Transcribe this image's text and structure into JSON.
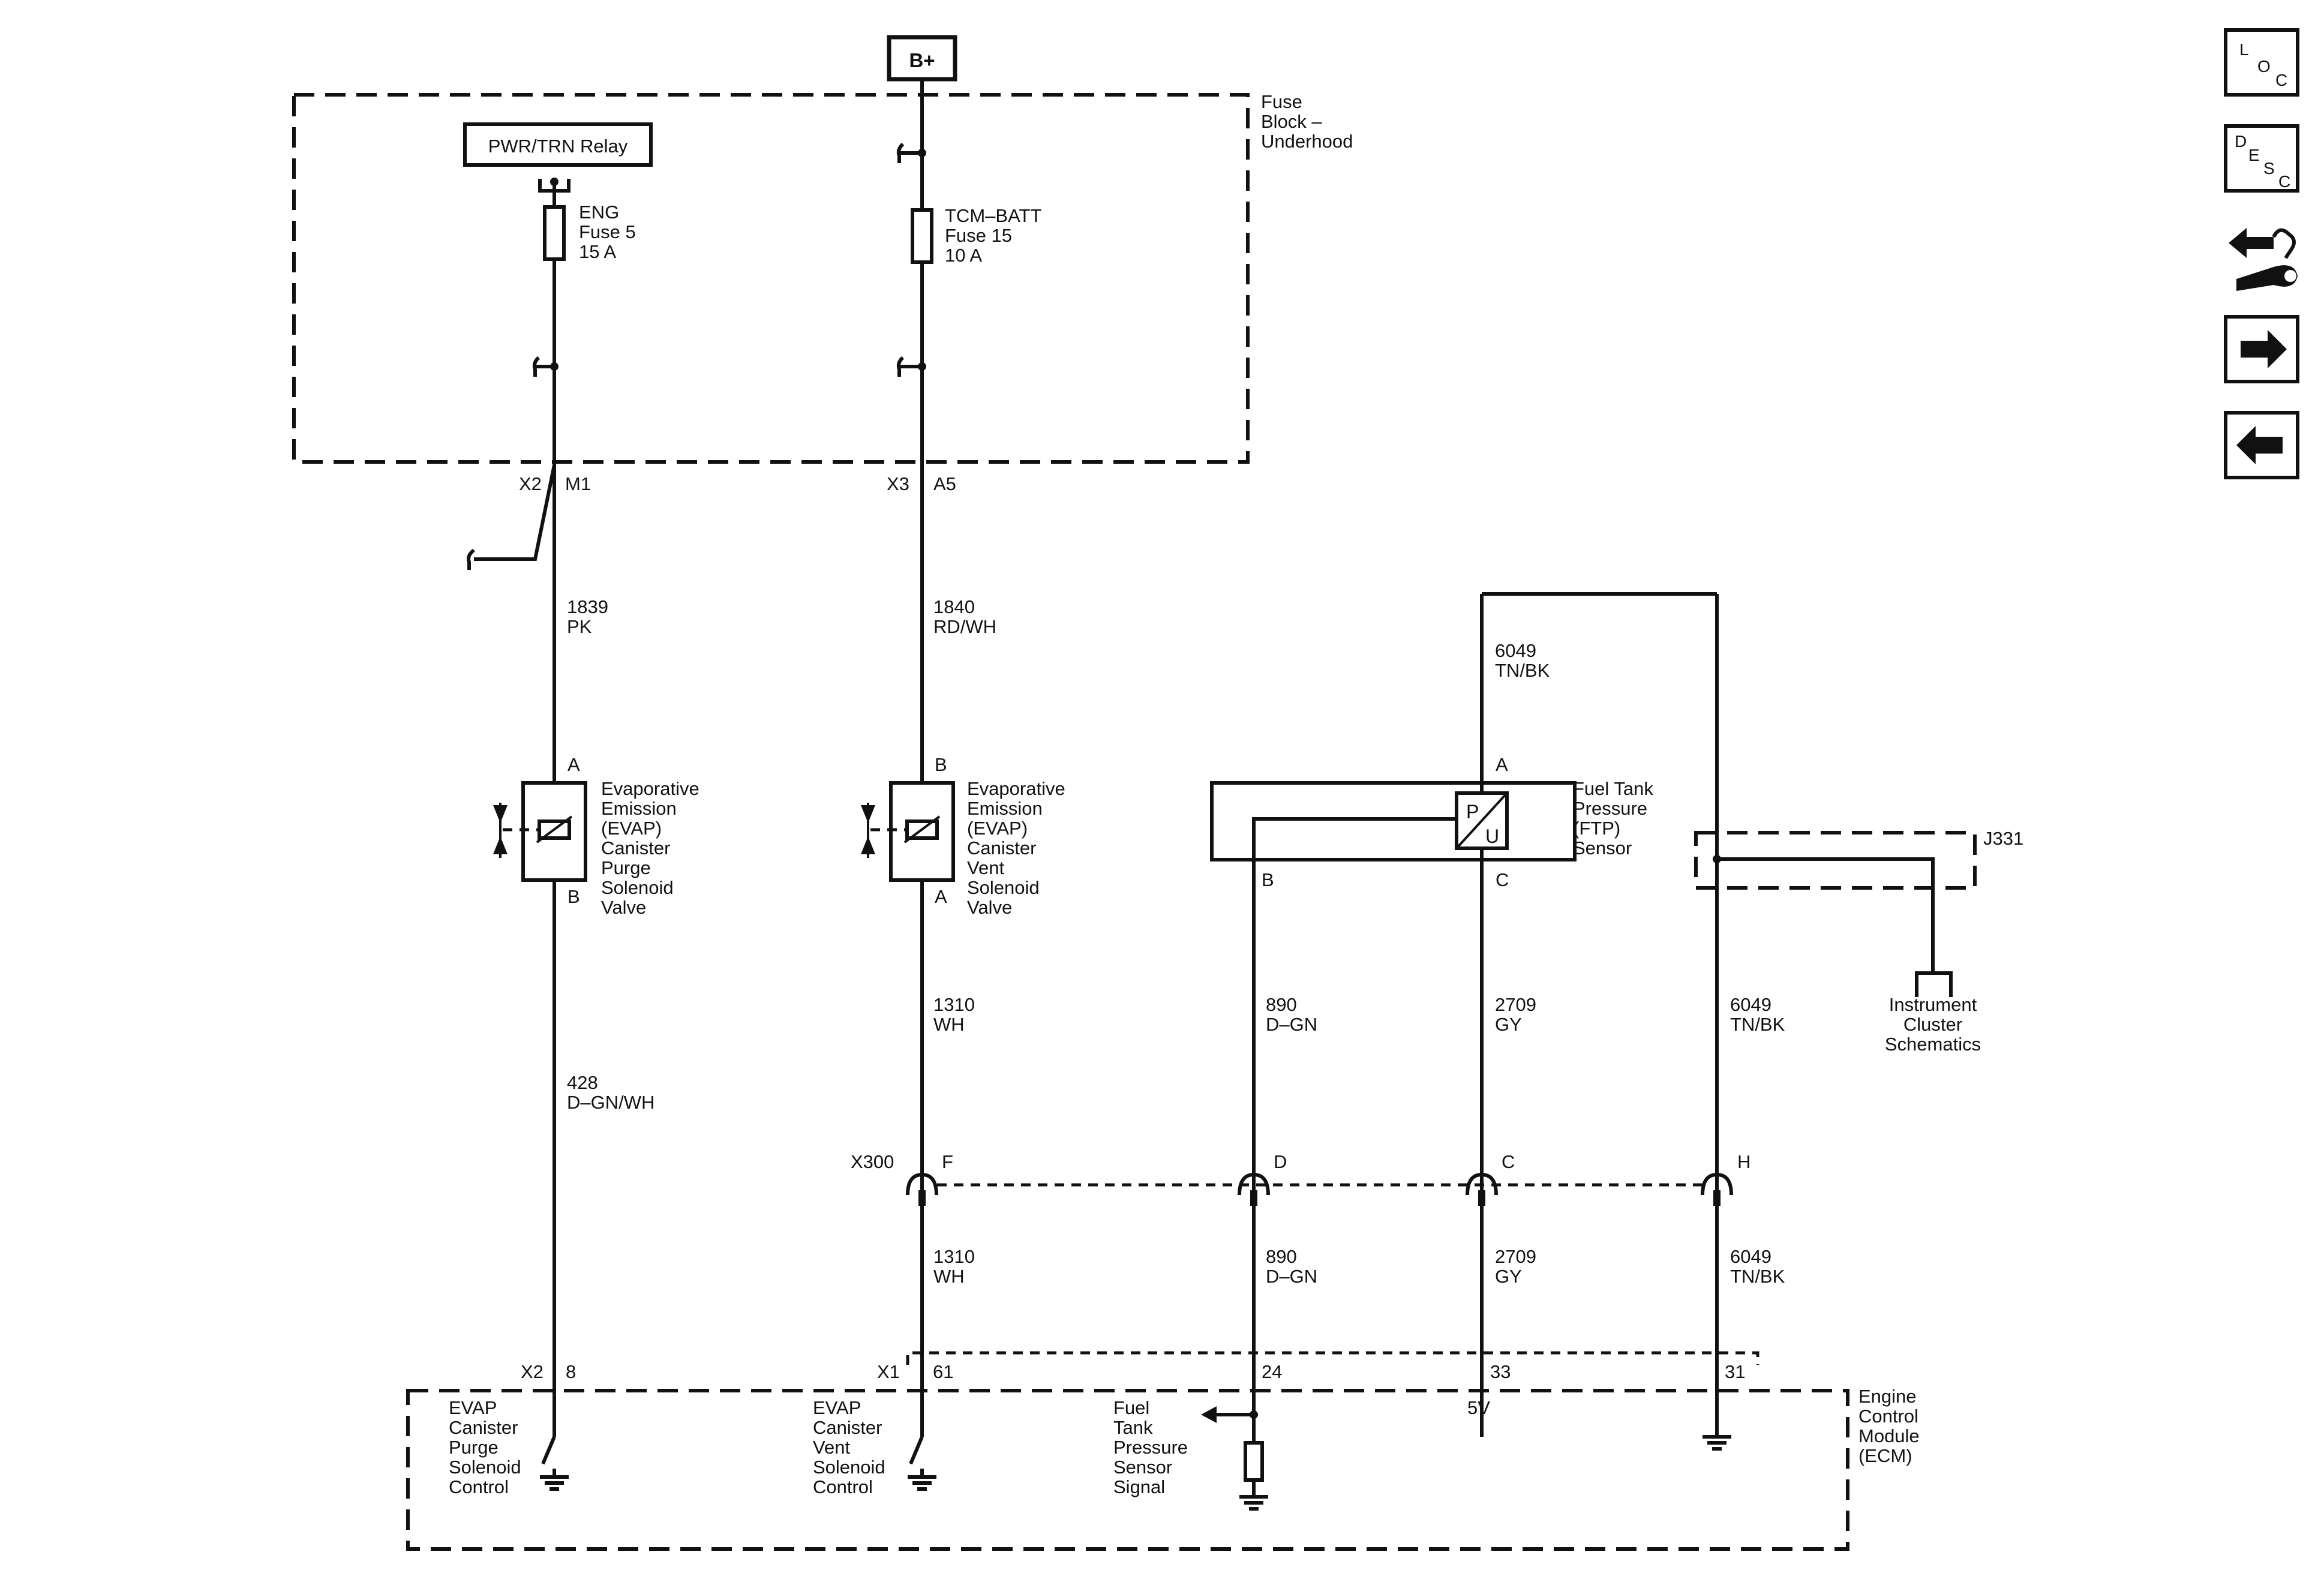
{
  "power": {
    "battery": "B+"
  },
  "fuse_block": {
    "line1": "Fuse",
    "line2": "Block –",
    "line3": "Underhood"
  },
  "relay": {
    "label": "PWR/TRN Relay"
  },
  "fuses": [
    {
      "line1": "ENG",
      "line2": "Fuse 5",
      "line3": "15 A"
    },
    {
      "line1": "TCM–BATT",
      "line2": "Fuse 15",
      "line3": "10 A"
    }
  ],
  "connectors": {
    "x2": "X2",
    "m1": "M1",
    "x3": "X3",
    "a5": "A5",
    "x300": "X300",
    "x1": "X1",
    "x2_ecm": "X2",
    "x300_pins": [
      "F",
      "D",
      "C",
      "H"
    ],
    "ecm_pins": [
      "8",
      "61",
      "24",
      "33",
      "31"
    ]
  },
  "wires": {
    "w1839": {
      "num": "1839",
      "color": "PK"
    },
    "w1840": {
      "num": "1840",
      "color": "RD/WH"
    },
    "w428": {
      "num": "428",
      "color": "D–GN/WH"
    },
    "w1310_a": {
      "num": "1310",
      "color": "WH"
    },
    "w1310_b": {
      "num": "1310",
      "color": "WH"
    },
    "w890_a": {
      "num": "890",
      "color": "D–GN"
    },
    "w890_b": {
      "num": "890",
      "color": "D–GN"
    },
    "w2709_a": {
      "num": "2709",
      "color": "GY"
    },
    "w2709_b": {
      "num": "2709",
      "color": "GY"
    },
    "w6049_top": {
      "num": "6049",
      "color": "TN/BK"
    },
    "w6049_a": {
      "num": "6049",
      "color": "TN/BK"
    },
    "w6049_b": {
      "num": "6049",
      "color": "TN/BK"
    }
  },
  "purge_valve": {
    "lines": [
      "Evaporative",
      "Emission",
      "(EVAP)",
      "Canister",
      "Purge",
      "Solenoid",
      "Valve"
    ],
    "pin_top": "A",
    "pin_bottom": "B"
  },
  "vent_valve": {
    "lines": [
      "Evaporative",
      "Emission",
      "(EVAP)",
      "Canister",
      "Vent",
      "Solenoid",
      "Valve"
    ],
    "pin_top": "B",
    "pin_bottom": "A"
  },
  "ftp_sensor": {
    "lines": [
      "Fuel Tank",
      "Pressure",
      "(FTP)",
      "Sensor"
    ],
    "pin_a": "A",
    "pin_b": "B",
    "pin_c": "C",
    "p": "P",
    "u": "U"
  },
  "splice": {
    "label": "J331"
  },
  "instrument": {
    "lines": [
      "Instrument",
      "Cluster",
      "Schematics"
    ]
  },
  "ecm": {
    "name": [
      "Engine",
      "Control",
      "Module",
      "(ECM)"
    ],
    "purge_ctrl": [
      "EVAP",
      "Canister",
      "Purge",
      "Solenoid",
      "Control"
    ],
    "vent_ctrl": [
      "EVAP",
      "Canister",
      "Vent",
      "Solenoid",
      "Control"
    ],
    "ftp_signal": [
      "Fuel",
      "Tank",
      "Pressure",
      "Sensor",
      "Signal"
    ],
    "ref": "5V"
  },
  "nav": {
    "loc": {
      "a": "L",
      "b": "O",
      "c": "C"
    },
    "desc": {
      "a": "D",
      "b": "E",
      "c": "S",
      "d": "C"
    },
    "icons": [
      "diagnostic-tool-icon",
      "arrow-right-icon",
      "arrow-left-icon"
    ]
  }
}
